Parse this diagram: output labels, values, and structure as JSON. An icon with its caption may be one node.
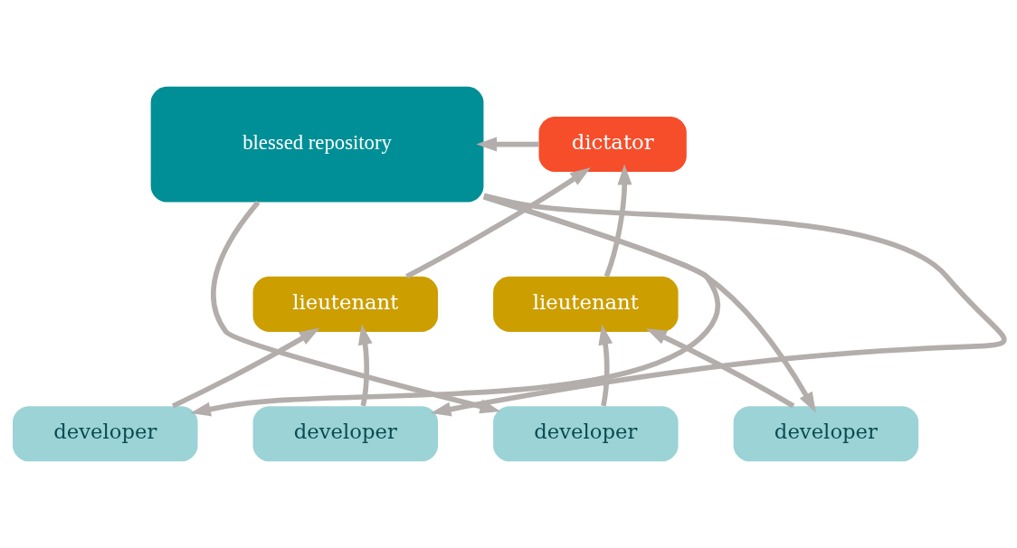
{
  "diagram": {
    "nodes": [
      {
        "text": [
          "dictator"
        ]
      },
      {
        "text": [
          "blessed repository"
        ]
      },
      {
        "text": [
          "lieutenant"
        ]
      },
      {
        "text": [
          "lieutenant"
        ]
      },
      {
        "text": [
          "developer"
        ]
      },
      {
        "text": [
          "developer"
        ]
      },
      {
        "text": [
          "developer"
        ]
      },
      {
        "text": [
          "developer"
        ]
      }
    ],
    "edges": [
      {
        "from": 0,
        "to": 1,
        "arrow": "to"
      },
      {
        "from": 3,
        "to": 0,
        "arrow": "to"
      },
      {
        "from": 2,
        "to": 0,
        "arrow": "to"
      },
      {
        "from": 1,
        "to": 4,
        "arrow": "to"
      },
      {
        "from": 1,
        "to": 5,
        "arrow": "to"
      },
      {
        "from": 1,
        "to": 6,
        "arrow": "to"
      },
      {
        "from": 1,
        "to": 7,
        "arrow": "to"
      },
      {
        "from": 4,
        "to": 3,
        "arrow": "to"
      },
      {
        "from": 5,
        "to": 3,
        "arrow": "to"
      },
      {
        "from": 6,
        "to": 2,
        "arrow": "to"
      },
      {
        "from": 7,
        "to": 2,
        "arrow": "to"
      }
    ]
  }
}
